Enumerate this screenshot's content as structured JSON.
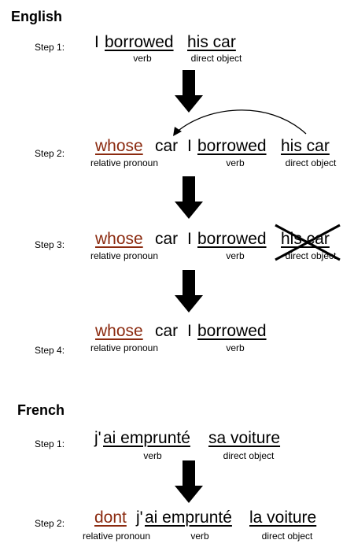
{
  "english": {
    "heading": "English",
    "step1": {
      "label": "Step 1:",
      "w_i": "I",
      "w_borrowed": "borrowed",
      "w_his_car": "his car",
      "lbl_verb": "verb",
      "lbl_direct_object": "direct object"
    },
    "step2": {
      "label": "Step 2:",
      "w_whose": "whose",
      "w_car": "car",
      "w_i": "I",
      "w_borrowed": "borrowed",
      "w_his_car": "his car",
      "lbl_relative_pronoun": "relative pronoun",
      "lbl_verb": "verb",
      "lbl_direct_object": "direct object"
    },
    "step3": {
      "label": "Step 3:",
      "w_whose": "whose",
      "w_car": "car",
      "w_i": "I",
      "w_borrowed": "borrowed",
      "w_his_car": "his car",
      "lbl_relative_pronoun": "relative pronoun",
      "lbl_verb": "verb",
      "lbl_direct_object": "direct object"
    },
    "step4": {
      "label": "Step 4:",
      "w_whose": "whose",
      "w_car": "car",
      "w_i": "I",
      "w_borrowed": "borrowed",
      "lbl_relative_pronoun": "relative pronoun",
      "lbl_verb": "verb"
    }
  },
  "french": {
    "heading": "French",
    "step1": {
      "label": "Step 1:",
      "w_j": "j'",
      "w_ai_emprunte": "ai emprunté",
      "w_sa_voiture": "sa voiture",
      "lbl_verb": "verb",
      "lbl_direct_object": "direct object"
    },
    "step2": {
      "label": "Step 2:",
      "w_dont": "dont",
      "w_j": "j'",
      "w_ai_emprunte": "ai emprunté",
      "w_la_voiture": "la voiture",
      "lbl_relative_pronoun": "relative pronoun",
      "lbl_verb": "verb",
      "lbl_direct_object": "direct object"
    }
  },
  "colors": {
    "relative_pronoun": "#8b2a0f",
    "text": "#000000"
  }
}
